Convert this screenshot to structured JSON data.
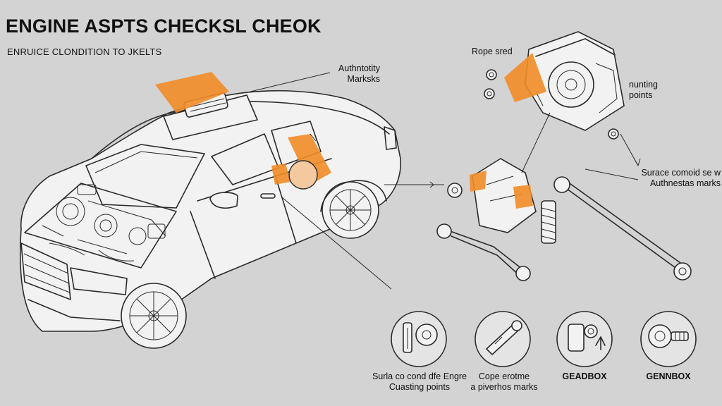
{
  "title": "ENGINE ASPTS CHECKSL CHEOK",
  "subtitle": "ENRUICE CLONDITION TO JKELTS",
  "callouts": {
    "authenticity_line1": "Authntotity",
    "authenticity_line2": "Marksks",
    "rope": "Rope sred",
    "mounting_line1": "nunting",
    "mounting_line2": "points",
    "surface_line1": "Surace comoid se w",
    "surface_line2": "Authnestas marks"
  },
  "icons": [
    {
      "icon": "brake-assembly-icon",
      "line1": "Surla co cond dfe Engre",
      "line2": "Cuasting points"
    },
    {
      "icon": "wrench-part-icon",
      "line1": "Cope erotme",
      "line2": "a piverhos marks"
    },
    {
      "icon": "gearbox-icon",
      "line1": "GEADBOX",
      "line2": ""
    },
    {
      "icon": "bolt-gear-icon",
      "line1": "GENNBOX",
      "line2": ""
    }
  ],
  "colors": {
    "background": "#d3d3d3",
    "accent": "#f28c28",
    "line": "#2a2a2a"
  }
}
